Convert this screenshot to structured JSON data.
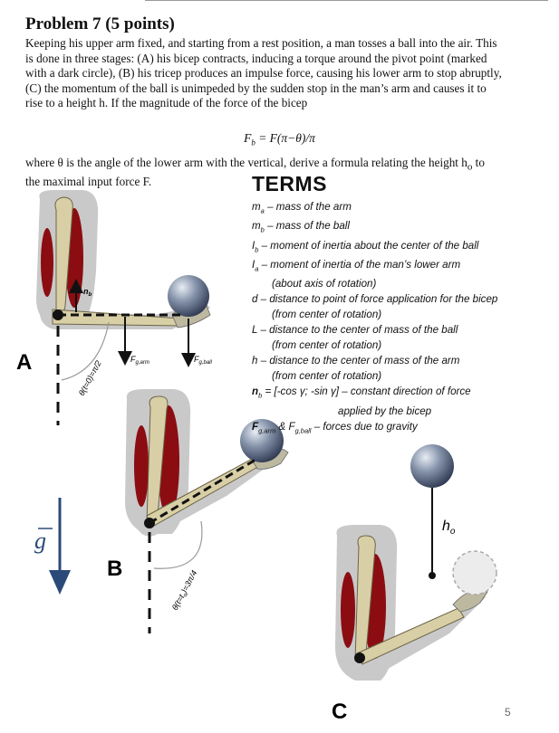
{
  "title": "Problem 7 (5 points)",
  "intro": "Keeping his upper arm fixed, and starting from a rest position, a man tosses a ball into the air.  This is done in three stages:  (A) his bicep contracts, inducing a torque around the pivot point (marked with a dark circle),  (B) his tricep produces an impulse force, causing his lower arm to stop abruptly,  (C) the momentum of the ball is unimpeded by the sudden stop in the man’s arm and causes it to rise to a height h.  If the magnitude of the force of the bicep",
  "formula": {
    "lhs": "F",
    "lhs_sub": "b",
    "rhs": " = F(π−θ)/π"
  },
  "after": {
    "part1": "where θ is the angle of the lower arm with the vertical, derive a formula relating the height h",
    "sub": "o",
    "part2": " to the maximal input force F."
  },
  "terms_title": "TERMS",
  "terms": [
    {
      "sym": "m",
      "sub": "a",
      "text": " – mass of the arm"
    },
    {
      "sym": "m",
      "sub": "b",
      "text": " – mass of the ball"
    },
    {
      "sym": "I",
      "sub": "b",
      "text": " – moment of inertia about the center of the ball"
    },
    {
      "sym": "I",
      "sub": "a",
      "text": " – moment of inertia of the man’s lower arm",
      "cont": "(about axis of rotation)"
    },
    {
      "sym": "d",
      "sub": "",
      "text": " – distance to point of force application for the bicep",
      "cont": "(from center of rotation)"
    },
    {
      "sym": "L",
      "sub": "",
      "text": " – distance to the center of mass of the ball",
      "cont": "(from center of rotation)"
    },
    {
      "sym": "h",
      "sub": "",
      "text": " – distance to the center of mass of the arm",
      "cont": "(from center of rotation)"
    },
    {
      "sym": "n",
      "sub": "b",
      "text": " = [-cos γ; -sin γ] – constant direction of force",
      "cont2": "applied by the bicep",
      "bold": true
    },
    {
      "sym": "F",
      "sub": "g,arm",
      "text": " & F",
      "sub2": "g,ball",
      "text2": " – forces due to gravity",
      "bold": true
    }
  ],
  "diagram": {
    "stage_a": "A",
    "stage_b": "B",
    "stage_c": "C",
    "nb_label": "n",
    "nb_sub": "b",
    "fg_arm": "F",
    "fg_arm_sub": "g,arm",
    "fg_ball": "F",
    "fg_ball_sub": "g,ball",
    "theta_a": "θ(t=0)=π/2",
    "theta_b": "θ(t=t",
    "theta_b_sub": "o",
    "theta_b_end": ")=3π/4",
    "g_label": "g",
    "h_label": "h",
    "h_sub": "o"
  },
  "page_number": "5",
  "colors": {
    "muscle": "#8b0d12",
    "bone": "#d9cfa6",
    "skin": "#c9c9c9",
    "ball": "#7f8fa8",
    "g_arrow": "#2b4a7a"
  }
}
